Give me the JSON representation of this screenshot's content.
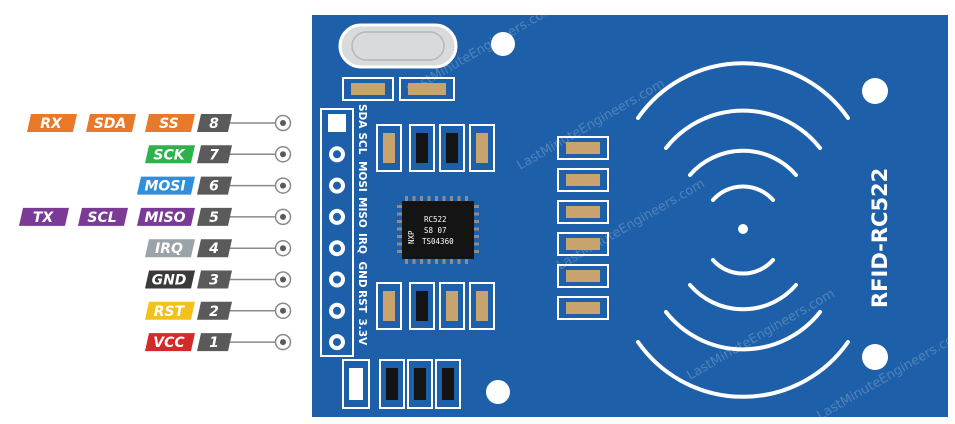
{
  "board": {
    "title": "RFID-RC522",
    "chip_lines": [
      "RC522",
      "S8 07",
      "TS04360"
    ],
    "chip_mark": "NXP",
    "watermark": "LastMinuteEngineers.com"
  },
  "pins": [
    {
      "number": "8",
      "board_label": "SDA",
      "labels": [
        {
          "text": "RX",
          "color": "#e8782a"
        },
        {
          "text": "SDA",
          "color": "#e8782a"
        },
        {
          "text": "SS",
          "color": "#e8782a"
        }
      ]
    },
    {
      "number": "7",
      "board_label": "SCL",
      "labels": [
        {
          "text": "SCK",
          "color": "#2eb24b"
        }
      ]
    },
    {
      "number": "6",
      "board_label": "MOSI",
      "labels": [
        {
          "text": "MOSI",
          "color": "#2f8fd8"
        }
      ]
    },
    {
      "number": "5",
      "board_label": "MISO",
      "labels": [
        {
          "text": "TX",
          "color": "#7a3a96"
        },
        {
          "text": "SCL",
          "color": "#7a3a96"
        },
        {
          "text": "MISO",
          "color": "#7a3a96"
        }
      ]
    },
    {
      "number": "4",
      "board_label": "IRQ",
      "labels": [
        {
          "text": "IRQ",
          "color": "#9aa3a8"
        }
      ]
    },
    {
      "number": "3",
      "board_label": "GND",
      "labels": [
        {
          "text": "GND",
          "color": "#3a3a3a"
        }
      ]
    },
    {
      "number": "2",
      "board_label": "RST",
      "labels": [
        {
          "text": "RST",
          "color": "#f2c21b"
        }
      ]
    },
    {
      "number": "1",
      "board_label": "3.3V",
      "labels": [
        {
          "text": "VCC",
          "color": "#d42a2a"
        }
      ]
    }
  ],
  "colors": {
    "board": "#1d5fa8",
    "number_tag": "#5a5a5a",
    "pad": "#c8a36e",
    "ic": "#141414",
    "lead": "#8c8c8c"
  }
}
